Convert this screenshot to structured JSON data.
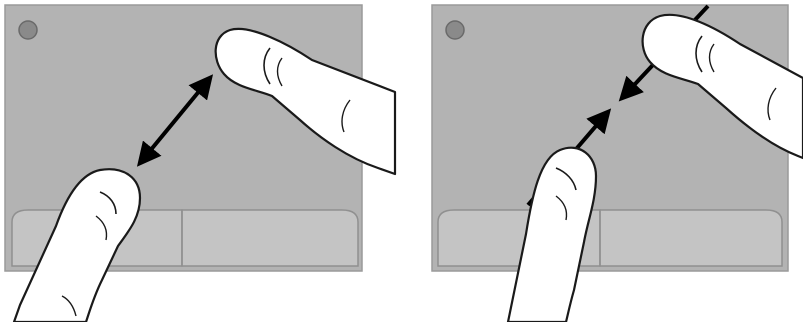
{
  "illustration": {
    "colors": {
      "touchpad": "#b3b3b3",
      "button": "#c4c4c4",
      "button_border": "#909090",
      "led": "#8a8a8a",
      "finger_fill": "#ffffff",
      "outline": "#1a1a1a",
      "arrow": "#000000",
      "background": "#ffffff"
    },
    "panels": [
      {
        "gesture": "pinch-out",
        "arrow_style": "double-headed-apart"
      },
      {
        "gesture": "pinch-in",
        "arrow_style": "two-arrows-toward-center"
      }
    ]
  }
}
